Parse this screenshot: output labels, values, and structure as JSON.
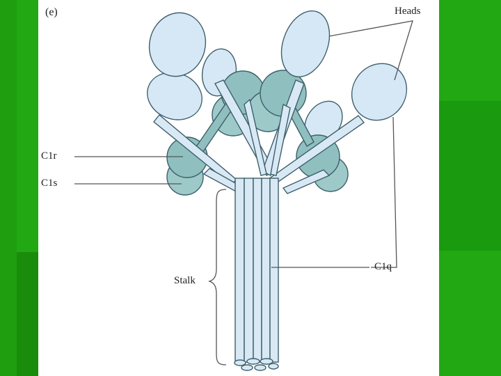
{
  "figure": {
    "panel_tag": "(e)",
    "labels": {
      "heads": "Heads",
      "c1r": "C1r",
      "c1s": "C1s",
      "stalk": "Stalk",
      "c1q": "C1q"
    }
  },
  "colors": {
    "slide_green": "#22a812",
    "slide_green_dark": "#1a8c0c",
    "head_fill": "#d6e8f6",
    "stalk_fill": "#d8e9f5",
    "stroke": "#3d5f6a",
    "c1r_fill": "#8fbfbf",
    "c1s_fill": "#9ec9c9",
    "leader_line": "#555555"
  }
}
